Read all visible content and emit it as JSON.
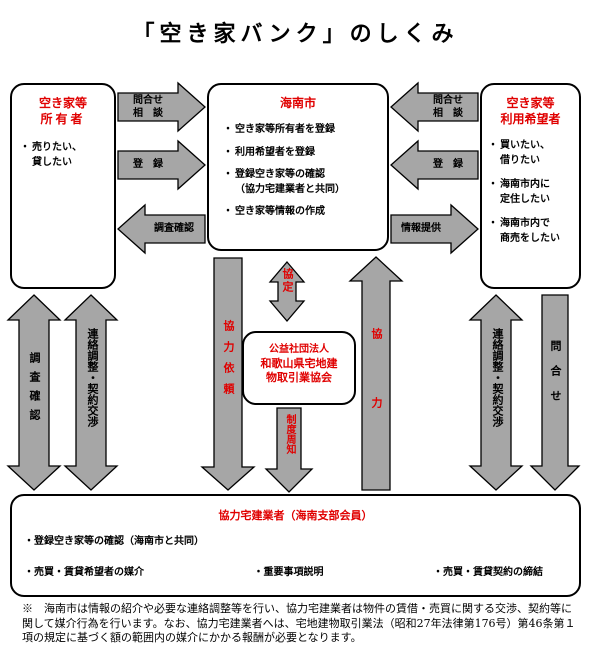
{
  "title": "「空き家バンク」のしくみ",
  "owners": {
    "heading_line1": "空き家等",
    "heading_line2": "所有者",
    "items": [
      "売りたい、",
      "貸したい"
    ]
  },
  "city": {
    "heading": "海南市",
    "items": [
      "空き家等所有者を登録",
      "利用希望者を登録",
      "登録空き家等の確認",
      "（協力宅建業者と共同）",
      "空き家等情報の作成"
    ]
  },
  "users": {
    "heading_line1": "空き家等",
    "heading_line2": "利用希望者",
    "items": [
      "買いたい、",
      "借りたい",
      "海南市内に",
      "定住したい",
      "海南市内で",
      "商売をしたい"
    ]
  },
  "association": {
    "line1": "公益社団法人",
    "line2": "和歌山県宅地建",
    "line3": "物取引業協会"
  },
  "dealers": {
    "heading": "協力宅建業者（海南支部会員）",
    "item1": "登録空き家等の確認（海南市と共同）",
    "item2": "売買・賃貸希望者の媒介",
    "item3": "重要事項説明",
    "item4": "売買・賃貸契約の締結"
  },
  "arrows": {
    "inquiry_left": [
      "問合せ",
      "相　談"
    ],
    "register_left": "登　録",
    "survey_confirm": "調査確認",
    "inquiry_right": [
      "問合せ",
      "相　談"
    ],
    "register_right": "登　録",
    "info_provide": "情報提供",
    "agreement": "協定",
    "coop_request": "協力依頼",
    "cooperation": "協力",
    "system_notice": "制度周知",
    "survey_confirm_v": "調査確認",
    "coordination_left": "連絡調整・契約交渉",
    "coordination_right": "連絡調整・契約交渉",
    "inquiry_v": "問合せ"
  },
  "note": "※　海南市は情報の紹介や必要な連絡調整等を行い、協力宅建業者は物件の賃借・売買に関する交渉、契約等に関して媒介行為を行います。なお、協力宅建業者へは、宅地建物取引業法（昭和27年法律第176号）第46条第１項の規定に基づく額の範囲内の媒介にかかる報酬が必要となります。",
  "colors": {
    "accent_red": "#e00000",
    "arrow_fill": "#a6a6a6"
  }
}
